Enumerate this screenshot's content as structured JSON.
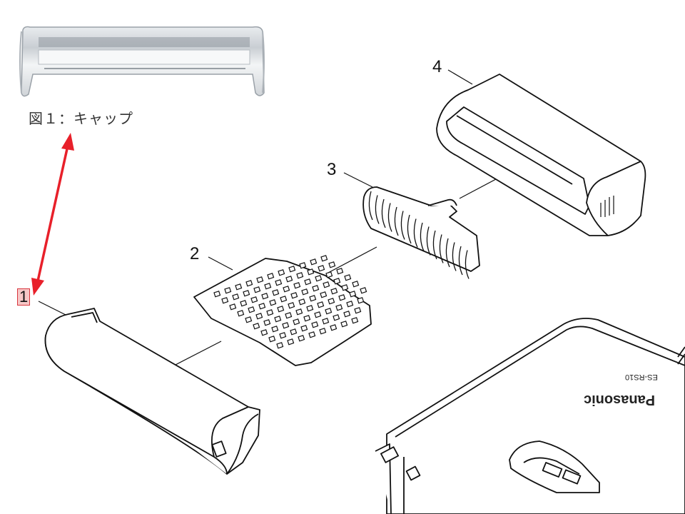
{
  "figure_caption": "図１：キャップ",
  "part_labels": [
    "1",
    "2",
    "3",
    "4"
  ],
  "device": {
    "brand": "Panasonic",
    "model": "ES-RS10"
  },
  "colors": {
    "highlight_fill": "#f6c7c7",
    "highlight_border": "#d9363e",
    "arrow": "#e8202a",
    "line": "#111111"
  }
}
